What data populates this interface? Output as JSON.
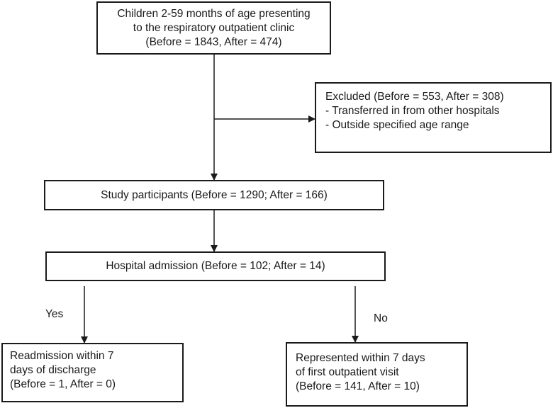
{
  "boxes": {
    "start": [
      "Children 2-59 months of age presenting",
      "to the respiratory outpatient clinic",
      "(Before = 1843, After = 474)"
    ],
    "excluded": [
      "Excluded (Before = 553, After = 308)",
      "- Transferred in from other hospitals",
      "- Outside specified age range"
    ],
    "participants": [
      "Study participants (Before = 1290; After = 166)"
    ],
    "admission": [
      "Hospital admission (Before = 102; After = 14)"
    ],
    "readmission": [
      "Readmission within 7",
      "days of discharge",
      "(Before = 1, After = 0)"
    ],
    "represented": [
      "Represented within 7 days",
      "of first outpatient visit",
      "(Before = 141, After = 10)"
    ]
  },
  "labels": {
    "yes": "Yes",
    "no": "No"
  }
}
